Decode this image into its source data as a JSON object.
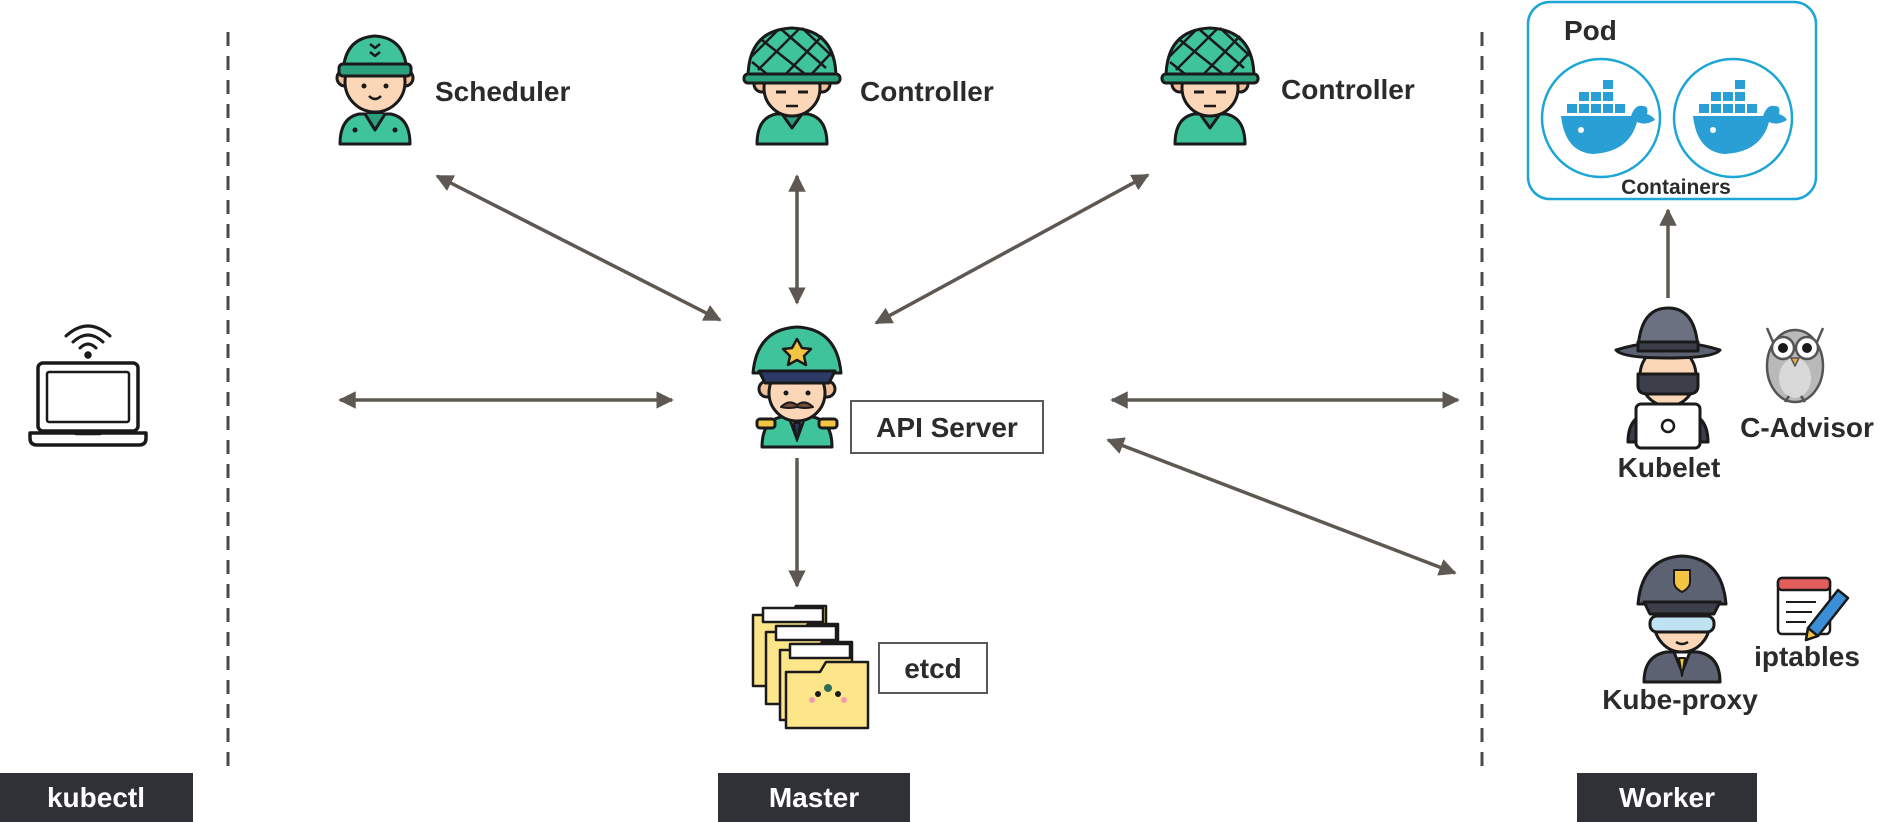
{
  "sections": {
    "kubectl": "kubectl",
    "master": "Master",
    "worker": "Worker"
  },
  "master": {
    "scheduler": "Scheduler",
    "controller_1": "Controller",
    "controller_2": "Controller",
    "api_server": "API Server",
    "etcd": "etcd"
  },
  "worker": {
    "pod": "Pod",
    "containers": "Containers",
    "kubelet": "Kubelet",
    "c_advisor": "C-Advisor",
    "kube_proxy": "Kube-proxy",
    "iptables": "iptables"
  },
  "colors": {
    "arrow": "#5e5853",
    "tab": "#2f3136",
    "soldier_green": "#3ec39a",
    "pod_border": "#1ba6d6",
    "docker_blue": "#2a9fd6",
    "folder_yellow": "#fde68a",
    "agent_gray": "#5c6272"
  }
}
